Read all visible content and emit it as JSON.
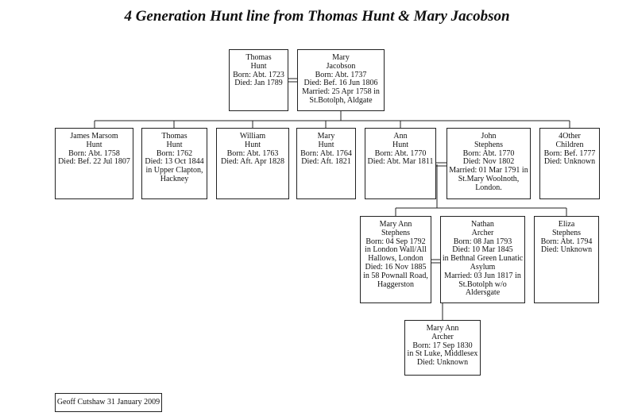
{
  "title": "4 Generation Hunt line from Thomas Hunt & Mary Jacobson",
  "footer": "Geoff Cutshaw   31 January 2009",
  "people": {
    "thomas_hunt_sr": [
      "Thomas",
      "Hunt",
      "Born: Abt. 1723",
      "Died: Jan 1789"
    ],
    "mary_jacobson": [
      "Mary",
      "Jacobson",
      "Born: Abt. 1737",
      "Died: Bef. 16 Jun 1806",
      "Married: 25 Apr 1758 in",
      "St.Botolph, Aldgate"
    ],
    "james_marsom_hunt": [
      "James Marsom",
      "Hunt",
      "Born: Abt. 1758",
      "Died: Bef. 22 Jul 1807"
    ],
    "thomas_hunt_jr": [
      "Thomas",
      "Hunt",
      "Born: 1762",
      "Died: 13 Oct 1844",
      "in Upper Clapton,",
      "Hackney"
    ],
    "william_hunt": [
      "William",
      "Hunt",
      "Born: Abt. 1763",
      "Died: Aft. Apr 1828"
    ],
    "mary_hunt": [
      "Mary",
      "Hunt",
      "Born: Abt. 1764",
      "Died: Aft. 1821"
    ],
    "ann_hunt": [
      "Ann",
      "Hunt",
      "Born: Abt. 1770",
      "Died: Abt. Mar 1811"
    ],
    "john_stephens": [
      "John",
      "Stephens",
      "Born: Abt. 1770",
      "Died: Nov 1802",
      "Married: 01 Mar 1791 in",
      "St.Mary Woolnoth,",
      "London."
    ],
    "other_children": [
      "4Other",
      "Children",
      "Born: Bef. 1777",
      "Died: Unknown"
    ],
    "mary_ann_stephens": [
      "Mary Ann",
      "Stephens",
      "Born: 04 Sep 1792",
      "in London Wall/All",
      "Hallows, London",
      "Died: 16 Nov 1885",
      "in 58 Pownall Road,",
      "Haggerston"
    ],
    "nathan_archer": [
      "Nathan",
      "Archer",
      "Born: 08 Jan 1793",
      "Died: 10 Mar 1845",
      "in Bethnal Green Lunatic",
      "Asylum",
      "Married: 03 Jun 1817 in",
      "St.Botolph w/o",
      "Aldersgate"
    ],
    "eliza_stephens": [
      "Eliza",
      "Stephens",
      "Born: Abt. 1794",
      "Died: Unknown"
    ],
    "mary_ann_archer": [
      "Mary Ann",
      "Archer",
      "Born: 17 Sep 1830",
      "in St Luke, Middlesex",
      "Died: Unknown"
    ]
  }
}
